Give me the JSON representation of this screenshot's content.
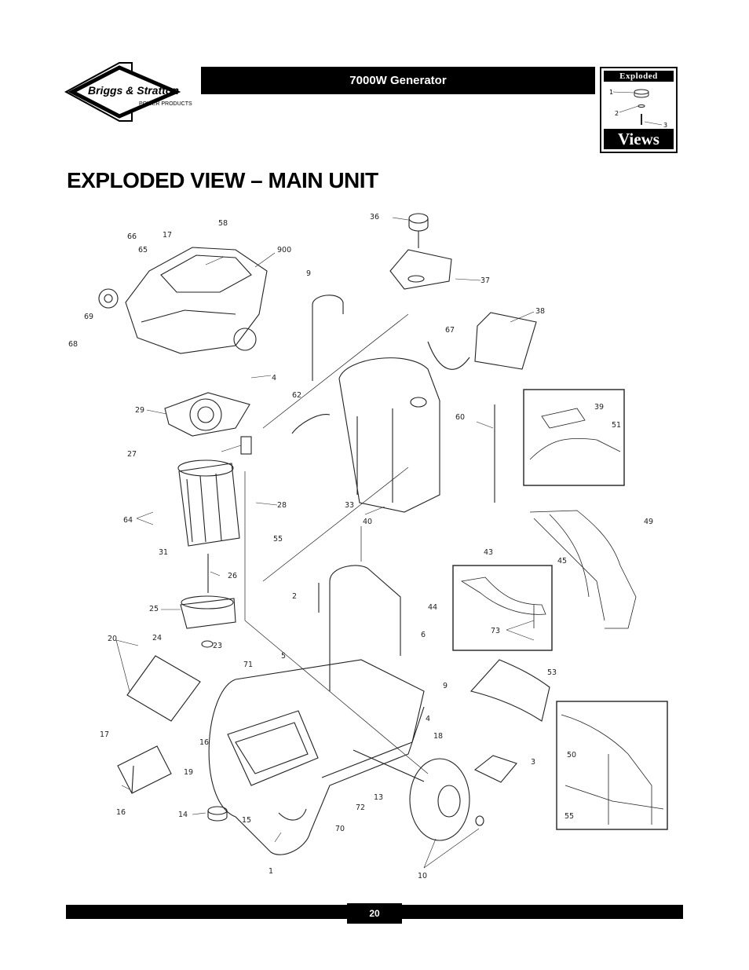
{
  "brand": {
    "name": "Briggs & Stratton",
    "tagline": "POWER PRODUCTS"
  },
  "header": {
    "product": "7000W Generator"
  },
  "exploded_views_badge": {
    "top": "Exploded",
    "bottom": "Views",
    "callouts": [
      "1",
      "2",
      "3"
    ]
  },
  "page_title": "EXPLODED VIEW – MAIN UNIT",
  "parts": [
    "36",
    "58",
    "900",
    "66",
    "17",
    "65",
    "9",
    "37",
    "38",
    "67",
    "69",
    "68",
    "4",
    "62",
    "60",
    "29",
    "39",
    "51",
    "27",
    "28",
    "33",
    "40",
    "64",
    "55",
    "49",
    "31",
    "43",
    "26",
    "45",
    "44",
    "2",
    "25",
    "73",
    "24",
    "23",
    "6",
    "20",
    "5",
    "71",
    "53",
    "9",
    "3",
    "4",
    "18",
    "17",
    "16",
    "19",
    "14",
    "15",
    "72",
    "13",
    "70",
    "16",
    "1",
    "10",
    "50",
    "55"
  ],
  "footer": {
    "page_number": "20"
  },
  "colors": {
    "bar": "#000000",
    "line": "#222222"
  }
}
